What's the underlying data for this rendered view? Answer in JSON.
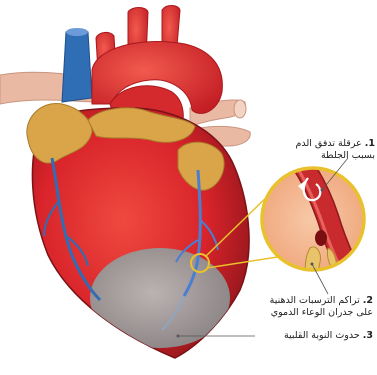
{
  "colors": {
    "background": "#ffffff",
    "heart_red": "#d8232a",
    "heart_dark": "#9e1b1f",
    "artery_red": "#e02b2f",
    "vein_blue": "#2f6db5",
    "coronary_vein_blue": "#4a7fd0",
    "fat_yellow": "#d9a548",
    "pink_vessel": "#e9b9a4",
    "infarct_gray": "#9a9a9a",
    "zoom_ring": "#e8c12c",
    "leader_line": "#555555"
  },
  "labels": [
    {
      "number": "1.",
      "text_line1": "عرقلة تدفق الدم",
      "text_line2": "بسبب الجلطة"
    },
    {
      "number": "2.",
      "text_line1": "تراكم الترسبات الدهنية",
      "text_line2": "على جدران الوعاء الدموي"
    },
    {
      "number": "3.",
      "text_line1": "حدوث النوبة القلبية",
      "text_line2": ""
    }
  ]
}
